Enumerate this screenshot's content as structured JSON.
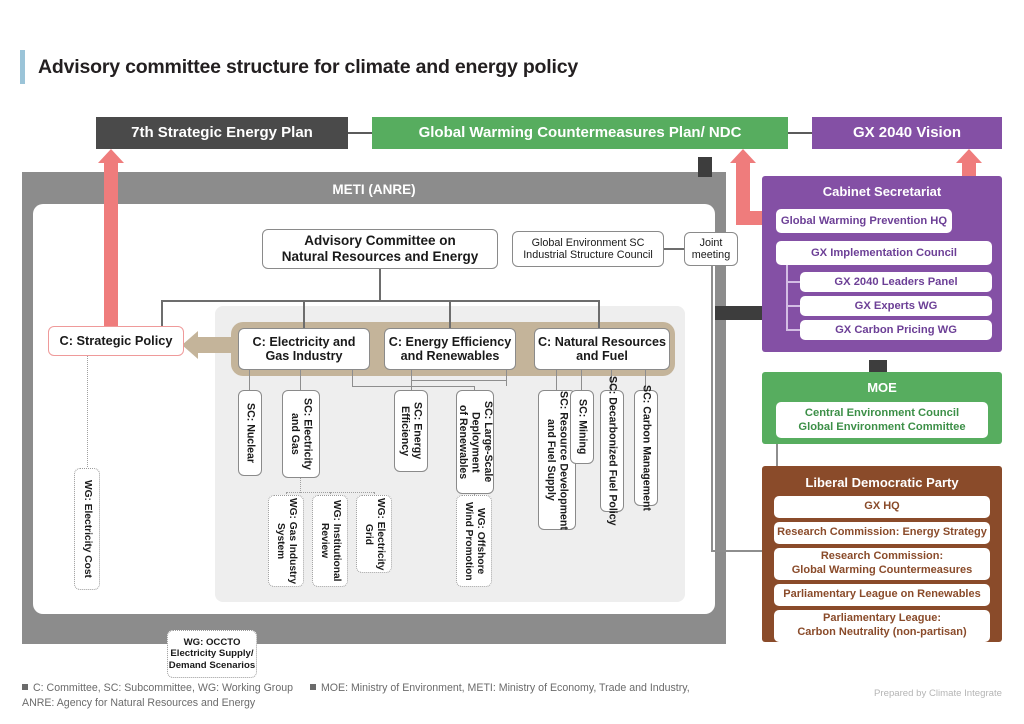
{
  "page": {
    "title": "Advisory committee structure for climate and energy policy",
    "credit": "Prepared by Climate Integrate"
  },
  "colors": {
    "accent_title_bar": "#9bc4d8",
    "dark_box": "#4a4a4a",
    "green": "#57ad5f",
    "purple": "#8450a5",
    "brown": "#8a4b2a",
    "red_arrow": "#ef7c7c",
    "tan_group": "#c4b49a",
    "meti_gray": "#8c8c8c"
  },
  "banners": [
    {
      "label": "7th Strategic Energy Plan",
      "color": "#4a4a4a"
    },
    {
      "label": "Global Warming Countermeasures Plan/ NDC",
      "color": "#57ad5f"
    },
    {
      "label": "GX 2040 Vision",
      "color": "#8450a5"
    }
  ],
  "meti": {
    "label": "METI (ANRE)",
    "advisory_committee": "Advisory Committee on\nNatural Resources and Energy",
    "global_environment_sc": "Global Environment SC\nIndustrial Structure Council",
    "joint_meeting": "Joint\nmeeting",
    "strategic_policy": "C: Strategic Policy",
    "committees": [
      {
        "label": "C: Electricity and\nGas Industry"
      },
      {
        "label": "C: Energy Efficiency\nand Renewables"
      },
      {
        "label": "C: Natural Resources\nand Fuel"
      }
    ],
    "subcommittees": [
      {
        "label": "SC: Nuclear"
      },
      {
        "label": "SC: Electricity\nand Gas"
      },
      {
        "label": "SC: Energy\nEfficiency"
      },
      {
        "label": "SC: Large-Scale\nDeployment\nof Renewables"
      },
      {
        "label": "SC: Resource Development\nand Fuel Supply"
      },
      {
        "label": "SC: Mining"
      },
      {
        "label": "SC: Decarbonized Fuel Policy"
      },
      {
        "label": "SC: Carbon Management"
      }
    ],
    "working_groups": [
      {
        "label": "WG: Gas Industry\nSystem"
      },
      {
        "label": "WG: Institutional\nReview"
      },
      {
        "label": "WG: Electricity\nGrid"
      },
      {
        "label": "WG: Offshore\nWind Promotion"
      },
      {
        "label": "WG: Electricity Cost"
      }
    ],
    "occto": "WG: OCCTO\nElectricity Supply/\nDemand Scenarios"
  },
  "cabinet_secretariat": {
    "title": "Cabinet Secretariat",
    "items": [
      {
        "label": "Global Warming Prevention HQ"
      },
      {
        "label": "GX Implementation Council"
      },
      {
        "label": "GX 2040 Leaders Panel"
      },
      {
        "label": "GX Experts WG"
      },
      {
        "label": "GX Carbon Pricing WG"
      }
    ]
  },
  "moe": {
    "title": "MOE",
    "items": [
      {
        "label": "Central Environment Council\nGlobal Environment Committee"
      }
    ]
  },
  "ldp": {
    "title": "Liberal Democratic Party",
    "items": [
      {
        "label": "GX HQ"
      },
      {
        "label": "Research Commission: Energy Strategy"
      },
      {
        "label": "Research Commission:\nGlobal Warming Countermeasures"
      },
      {
        "label": "Parliamentary League on Renewables"
      },
      {
        "label": "Parliamentary League:\nCarbon Neutrality (non-partisan)"
      }
    ]
  },
  "legend": {
    "line1_a": "C: Committee, SC: Subcommittee, WG: Working Group",
    "line1_b": "MOE: Ministry of Environment, METI: Ministry of Economy, Trade and Industry,",
    "line2": "ANRE: Agency for Natural Resources and Energy"
  }
}
